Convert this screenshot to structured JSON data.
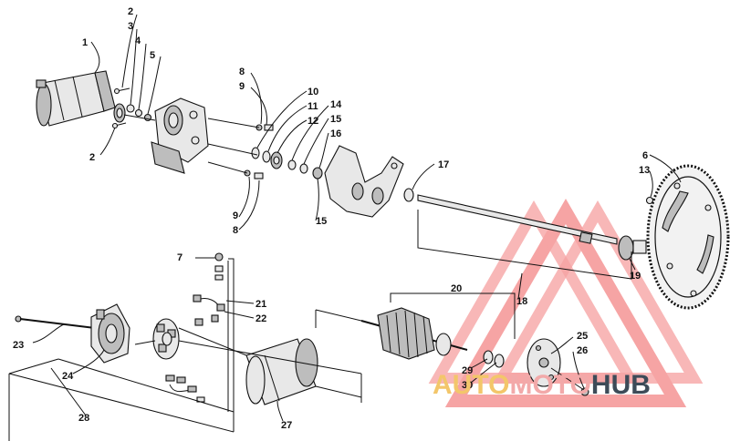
{
  "callouts": [
    "1",
    "2",
    "3",
    "4",
    "5",
    "2",
    "8",
    "9",
    "10",
    "11",
    "12",
    "14",
    "15",
    "16",
    "9",
    "8",
    "15",
    "17",
    "6",
    "13",
    "19",
    "18",
    "7",
    "21",
    "22",
    "20",
    "23",
    "24",
    "25",
    "26",
    "29",
    "30",
    "28",
    "27"
  ],
  "watermark": {
    "part1": "AUTO",
    "part2": "MOTO",
    "part3": "HUB",
    "colors": {
      "dark": "#3d4b58",
      "yellow": "#f3c66a",
      "pink": "#f2a9a9",
      "triangle": "#ef5a5a"
    }
  }
}
